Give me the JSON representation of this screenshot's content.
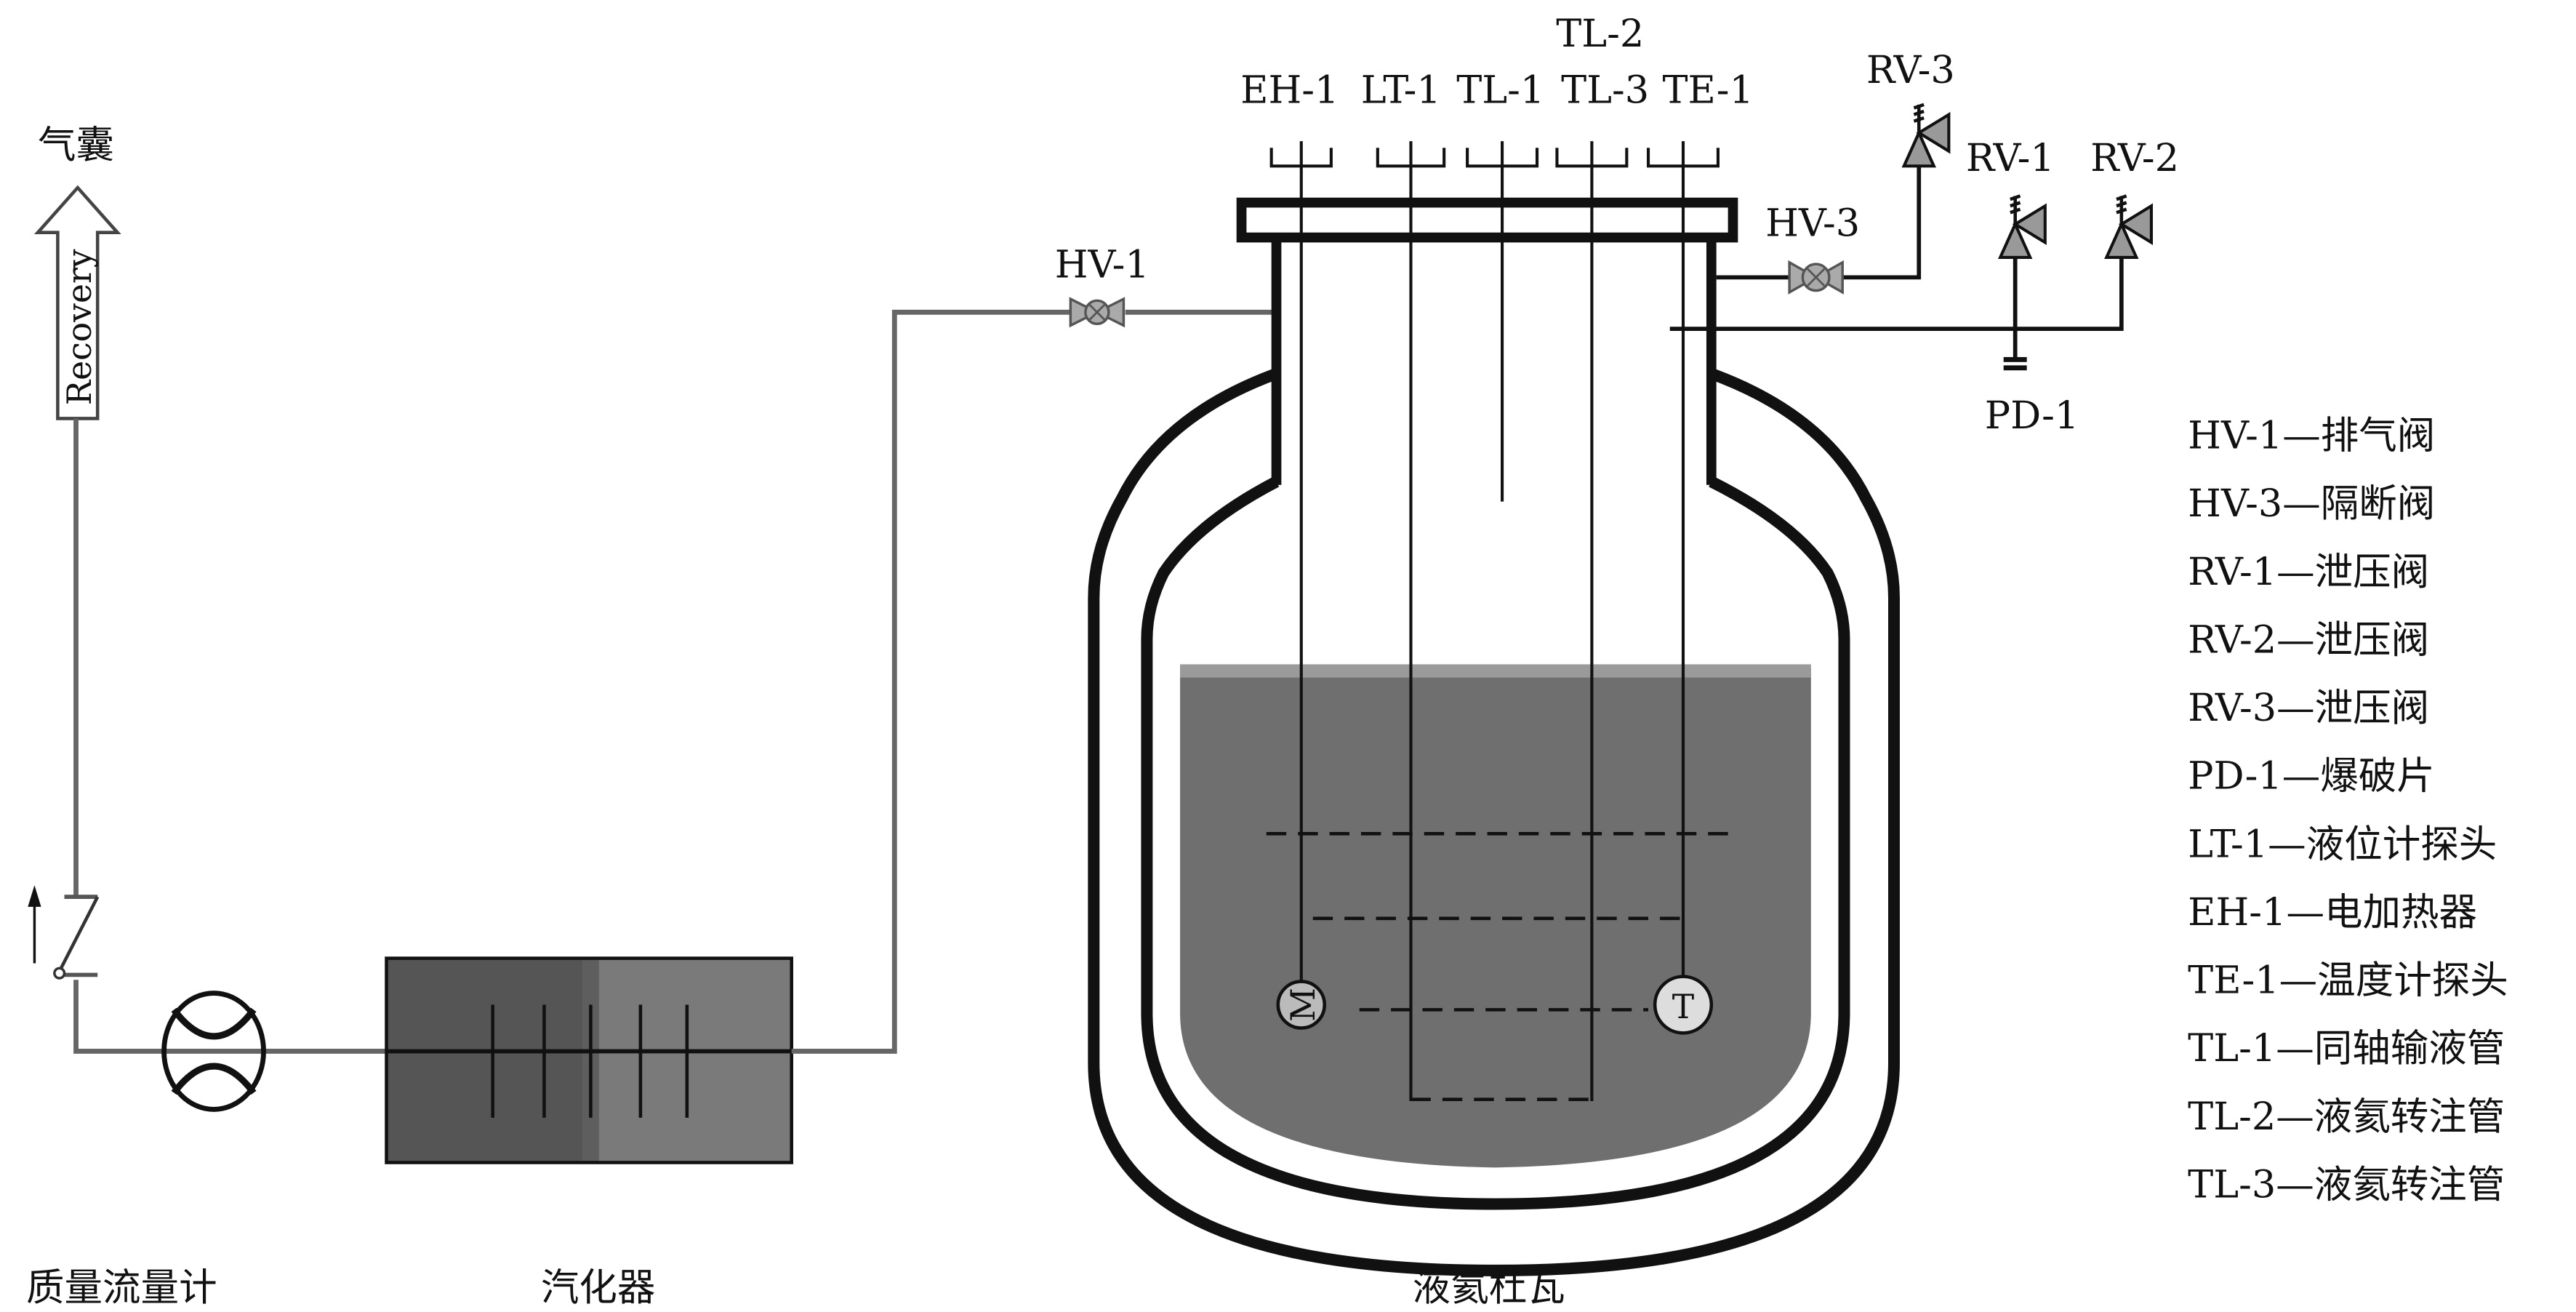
{
  "labels": {
    "airbag": "气囊",
    "recovery": "Recovery",
    "mass_flow_meter": "质量流量计",
    "vaporizer": "汽化器",
    "dewar": "液氦杜瓦",
    "hv1": "HV-1",
    "hv3": "HV-3",
    "rv1": "RV-1",
    "rv2": "RV-2",
    "rv3": "RV-3",
    "pd1": "PD-1",
    "eh1": "EH-1",
    "lt1": "LT-1",
    "tl1": "TL-1",
    "tl2": "TL-2",
    "tl3": "TL-3",
    "te1": "TE-1",
    "motor_symbol": "M",
    "temp_symbol": "T"
  },
  "legend": [
    "HV-1—排气阀",
    "HV-3—隔断阀",
    "RV-1—泄压阀",
    "RV-2—泄压阀",
    "RV-3—泄压阀",
    "PD-1—爆破片",
    "LT-1—液位计探头",
    "EH-1—电加热器",
    "TE-1—温度计探头",
    "TL-1—同轴输液管",
    "TL-2—液氦转注管",
    "TL-3—液氦转注管"
  ],
  "colors": {
    "liquid": "#6f6f6f",
    "vaporizer_left": "#555555",
    "vaporizer_right": "#7a7a7a",
    "valve": "#aaaaaa"
  }
}
